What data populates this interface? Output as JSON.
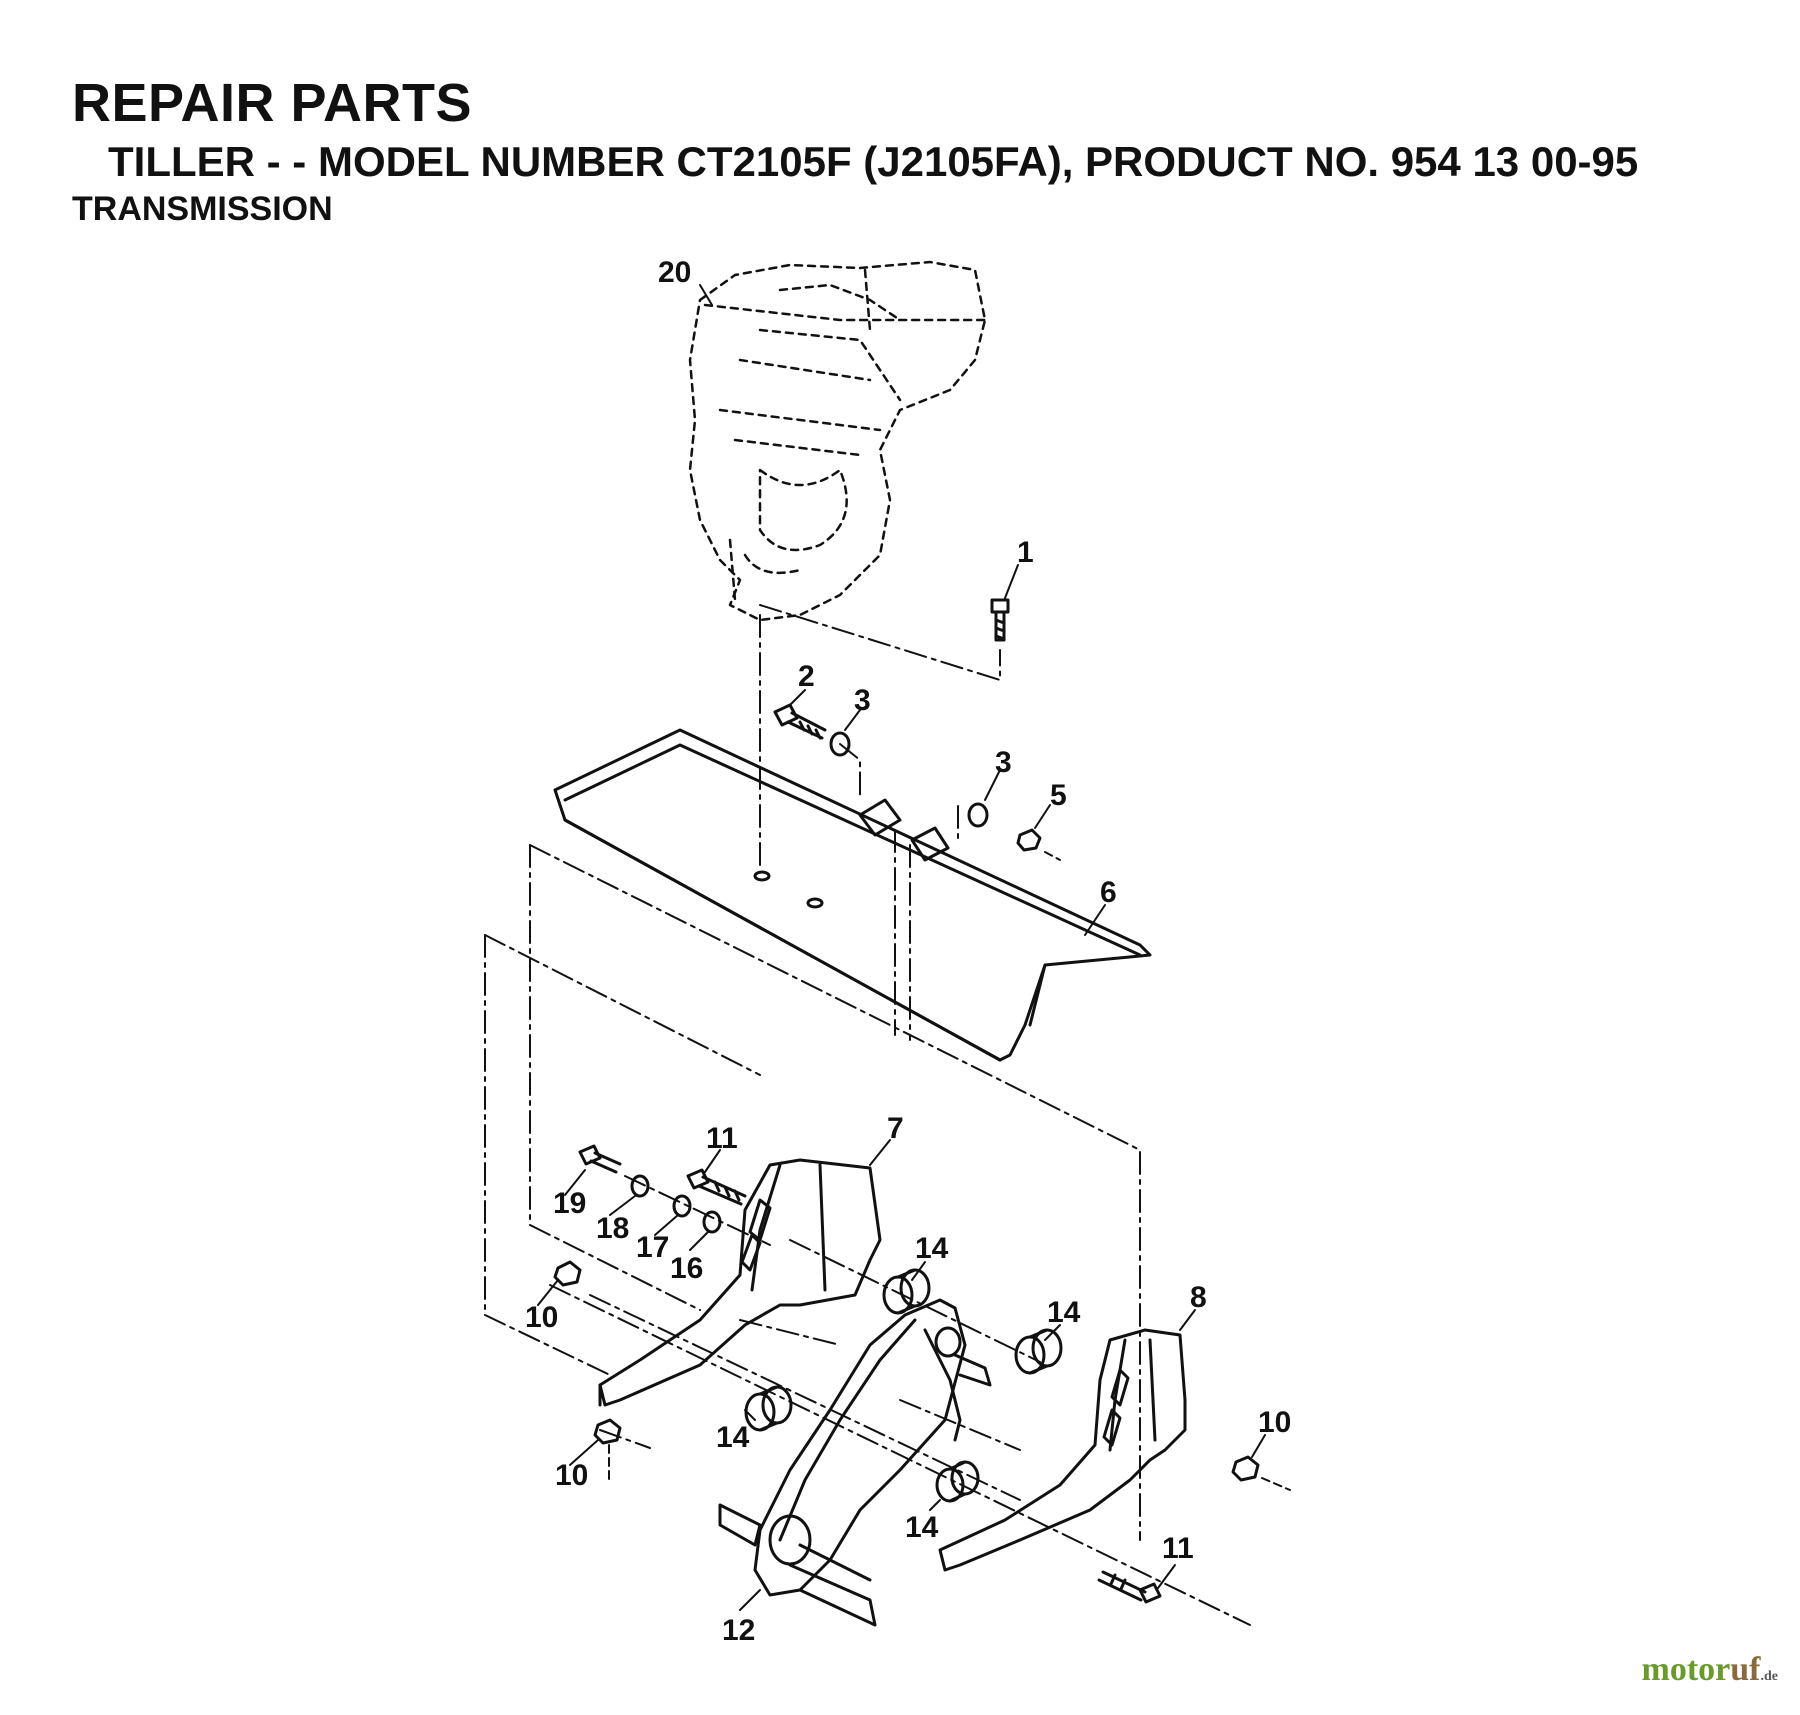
{
  "header": {
    "title": "REPAIR PARTS",
    "subtitle": "TILLER - - MODEL NUMBER CT2105F (J2105FA), PRODUCT NO. 954 13 00-95",
    "section": "TRANSMISSION"
  },
  "callouts": [
    "20",
    "1",
    "2",
    "3",
    "3",
    "5",
    "6",
    "11",
    "7",
    "19",
    "18",
    "17",
    "16",
    "14",
    "10",
    "14",
    "8",
    "14",
    "10",
    "10",
    "14",
    "12",
    "11"
  ],
  "watermark": {
    "part1": "motor",
    "part2": "uf",
    "part3": ".de"
  },
  "colors": {
    "ink": "#111111",
    "paper": "#ffffff",
    "wm_green": "#6a9a2a",
    "wm_brown": "#8a6a3a"
  }
}
